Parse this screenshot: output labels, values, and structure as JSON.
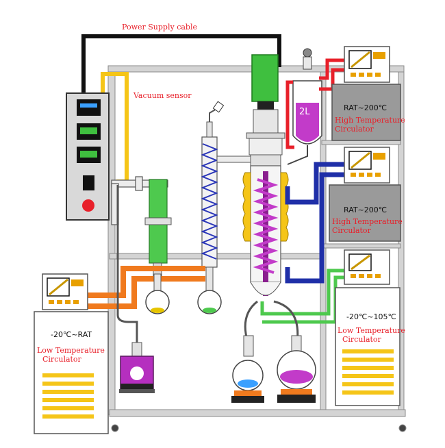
{
  "labels": {
    "power_supply": "Power Supply cable",
    "vacuum_sensor": "Vacuum sensor",
    "flask_volume": "2L"
  },
  "circulators": {
    "high_1": {
      "range": "RAT~200℃",
      "name_line1": "High Temperature",
      "name_line2": "Circulator"
    },
    "high_2": {
      "range": "RAT~200℃",
      "name_line1": "High Temperature",
      "name_line2": "Circulator"
    },
    "low_left": {
      "range": "-20℃~RAT",
      "name_line1": "Low Temperature",
      "name_line2": "Circulator"
    },
    "low_right": {
      "range": "-20℃~105℃",
      "name_line1": "Low Temperature",
      "name_line2": "Circulator"
    }
  },
  "colors": {
    "power_cable": "#111111",
    "vacuum_line": "#f5c518",
    "condenser_line": "#f07a1e",
    "high_temp_line": "#e8202a",
    "high_temp_line_2": "#1f2fa8",
    "low_temp_line": "#4ec94e",
    "frame": "#b0b0b0",
    "text_red": "#e8202a"
  },
  "icons": {
    "cold_trap": "condenser-icon",
    "distillation_column": "wiped-film-column-icon",
    "vacuum_pump": "vacuum-pump-icon",
    "control_box": "control-panel-icon"
  }
}
